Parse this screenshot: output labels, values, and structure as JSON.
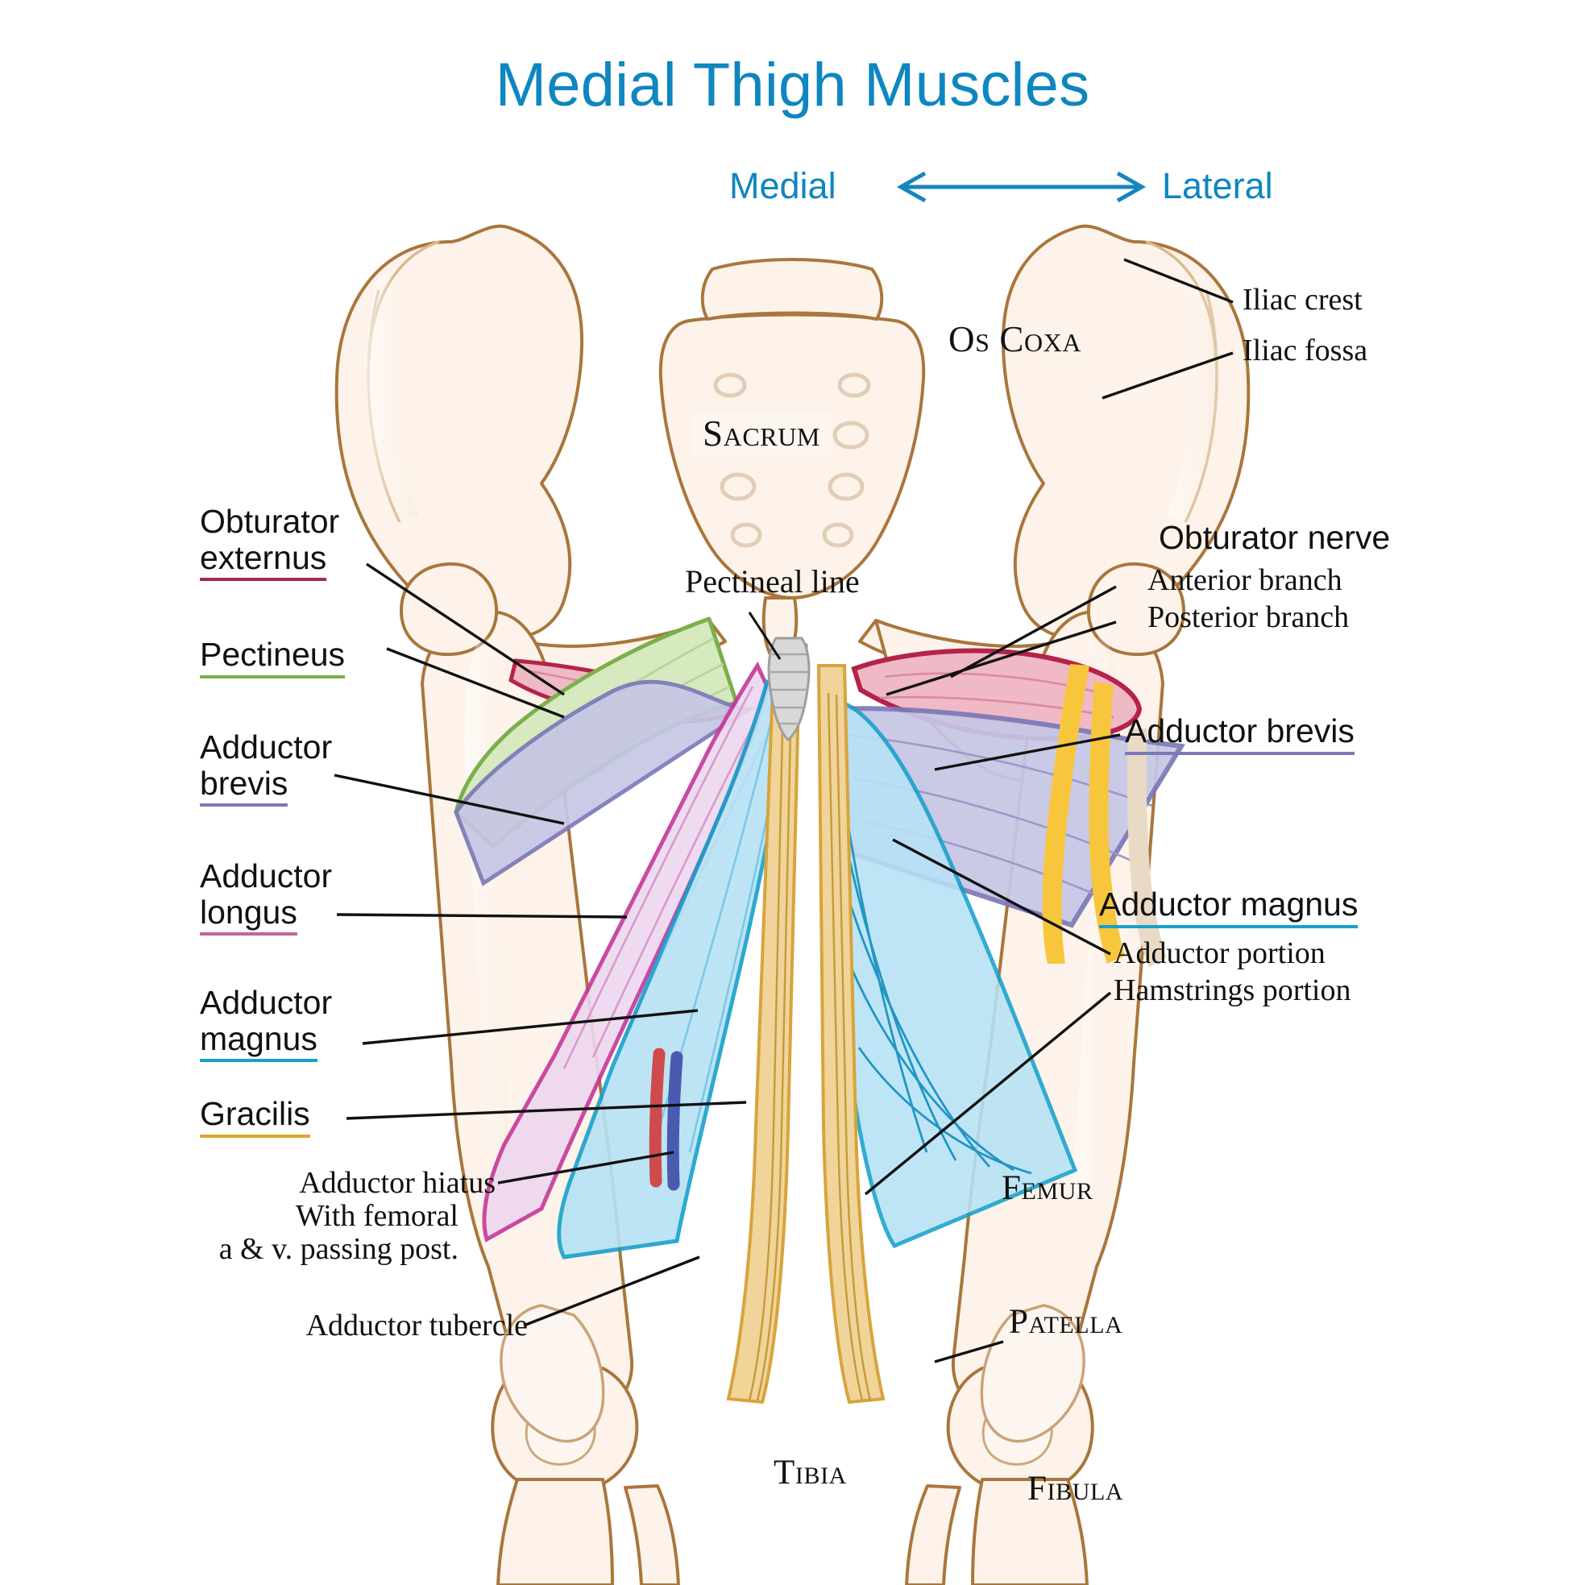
{
  "title": "Medial Thigh Muscles",
  "orientation": {
    "medial": "Medial",
    "lateral": "Lateral",
    "arrow": "double-headed-arrow"
  },
  "accent_color": "#0e86bf",
  "muscle_legend": [
    {
      "key": "obturator_externus",
      "label_line1": "Obturator",
      "label_line2": "externus",
      "color": "#a62a4d"
    },
    {
      "key": "pectineus",
      "label_line1": "Pectineus",
      "label_line2": "",
      "color": "#79b04a"
    },
    {
      "key": "adductor_brevis",
      "label_line1": "Adductor",
      "label_line2": "brevis",
      "color": "#7c79b8"
    },
    {
      "key": "adductor_longus",
      "label_line1": "Adductor",
      "label_line2": "longus",
      "color": "#c463a0"
    },
    {
      "key": "adductor_magnus",
      "label_line1": "Adductor",
      "label_line2": "magnus",
      "color": "#17a0cc"
    },
    {
      "key": "gracilis",
      "label_line1": "Gracilis",
      "label_line2": "",
      "color": "#dda62b"
    }
  ],
  "left_labels": {
    "obturator_externus_l1": "Obturator",
    "obturator_externus_l2": "externus",
    "pectineus": "Pectineus",
    "adductor_brevis_l1": "Adductor",
    "adductor_brevis_l2": "brevis",
    "adductor_longus_l1": "Adductor",
    "adductor_longus_l2": "longus",
    "adductor_magnus_l1": "Adductor",
    "adductor_magnus_l2": "magnus",
    "gracilis": "Gracilis",
    "adductor_hiatus_l1": "Adductor hiatus",
    "adductor_hiatus_l2": "With femoral",
    "adductor_hiatus_l3": "a & v. passing post.",
    "adductor_tubercle": "Adductor tubercle"
  },
  "right_labels": {
    "iliac_crest": "Iliac crest",
    "iliac_fossa": "Iliac fossa",
    "obturator_nerve": "Obturator nerve",
    "obturator_nerve_anterior": "Anterior branch",
    "obturator_nerve_posterior": "Posterior branch",
    "adductor_brevis": "Adductor brevis",
    "adductor_magnus": "Adductor magnus",
    "adductor_magnus_adductor_portion": "Adductor portion",
    "adductor_magnus_hamstrings_portion": "Hamstrings portion"
  },
  "bone_labels": {
    "os_coxa": "Os Coxa",
    "sacrum": "Sacrum",
    "pectineal_line": "Pectineal line",
    "femur": "Femur",
    "patella": "Patella",
    "tibia": "Tibia",
    "fibula": "Fibula"
  },
  "palette": {
    "bone_fill": "#fdf3ea",
    "bone_outline": "#a9763c",
    "bone_shade": "#f2e2d4",
    "pectineus": "#d6e9bf",
    "pectineus_edge": "#79b04a",
    "obturator_externus": "#efb9c6",
    "obturator_externus_edge": "#b5234a",
    "adductor_brevis": "#c6c7e6",
    "adductor_brevis_edge": "#7c79b8",
    "adductor_longus": "#eed8ee",
    "adductor_longus_edge": "#c4379a",
    "adductor_magnus": "#b6e2f5",
    "adductor_magnus_edge": "#17a0cc",
    "gracilis": "#f0d49a",
    "gracilis_edge": "#d7a43c",
    "nerve": "#f8c63c",
    "artery": "#cf4a4a",
    "vein": "#4a5ab0",
    "leader": "#111111"
  }
}
